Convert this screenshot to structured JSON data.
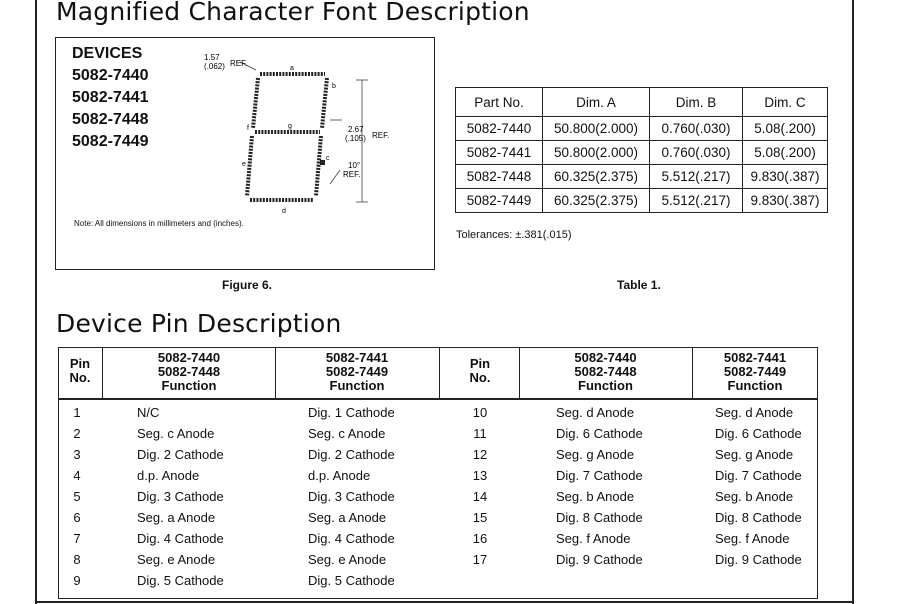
{
  "headings": {
    "font_title": "Magnified Character Font Description",
    "pin_title": "Device Pin Description"
  },
  "devices": {
    "label": "DEVICES",
    "parts": [
      "5082-7440",
      "5082-7441",
      "5082-7448",
      "5082-7449"
    ]
  },
  "figure": {
    "note": "Note:  All dimensions in millimeters and (inches).",
    "caption": "Figure 6.",
    "dim_top": "1.57",
    "dim_top_in": "(.062)",
    "ref_top": "REF.",
    "dim_right": "2.67",
    "dim_right_in": "(.105)",
    "ref_right": "REF.",
    "angle": "10°",
    "ref_angle": "REF.",
    "seg_labels": {
      "a": "a",
      "b": "b",
      "c": "c",
      "d": "d",
      "e": "e",
      "f": "f",
      "g": "g"
    }
  },
  "dim_table": {
    "headers": [
      "Part No.",
      "Dim. A",
      "Dim. B",
      "Dim. C"
    ],
    "rows": [
      [
        "5082-7440",
        "50.800(2.000)",
        "0.760(.030)",
        "5.08(.200)"
      ],
      [
        "5082-7441",
        "50.800(2.000)",
        "0.760(.030)",
        "5.08(.200)"
      ],
      [
        "5082-7448",
        "60.325(2.375)",
        "5.512(.217)",
        "9.830(.387)"
      ],
      [
        "5082-7449",
        "60.325(2.375)",
        "5.512(.217)",
        "9.830(.387)"
      ]
    ],
    "tolerance": "Tolerances: ±.381(.015)",
    "caption": "Table 1."
  },
  "pin_table": {
    "headers": {
      "pin_left": "Pin No.",
      "func1": [
        "5082-7440",
        "5082-7448",
        "Function"
      ],
      "func2": [
        "5082-7441",
        "5082-7449",
        "Function"
      ],
      "pin_right": "Pin No.",
      "func3": [
        "5082-7440",
        "5082-7448",
        "Function"
      ],
      "func4": [
        "5082-7441",
        "5082-7449",
        "Function"
      ]
    },
    "left_rows": [
      [
        "1",
        "N/C",
        "Dig. 1 Cathode"
      ],
      [
        "2",
        "Seg. c Anode",
        "Seg. c Anode"
      ],
      [
        "3",
        "Dig. 2 Cathode",
        "Dig. 2 Cathode"
      ],
      [
        "4",
        "d.p. Anode",
        "d.p. Anode"
      ],
      [
        "5",
        "Dig. 3 Cathode",
        "Dig. 3 Cathode"
      ],
      [
        "6",
        "Seg. a Anode",
        "Seg. a Anode"
      ],
      [
        "7",
        "Dig. 4 Cathode",
        "Dig. 4 Cathode"
      ],
      [
        "8",
        "Seg. e Anode",
        "Seg. e Anode"
      ],
      [
        "9",
        "Dig. 5 Cathode",
        "Dig. 5 Cathode"
      ]
    ],
    "right_rows": [
      [
        "10",
        "Seg. d Anode",
        "Seg. d Anode"
      ],
      [
        "11",
        "Dig. 6 Cathode",
        "Dig. 6 Cathode"
      ],
      [
        "12",
        "Seg. g Anode",
        "Seg. g Anode"
      ],
      [
        "13",
        "Dig. 7 Cathode",
        "Dig. 7 Cathode"
      ],
      [
        "14",
        "Seg. b Anode",
        "Seg. b Anode"
      ],
      [
        "15",
        "Dig. 8 Cathode",
        "Dig. 8 Cathode"
      ],
      [
        "16",
        "Seg. f Anode",
        "Seg. f Anode"
      ],
      [
        "17",
        "Dig. 9 Cathode",
        "Dig. 9 Cathode"
      ]
    ]
  }
}
